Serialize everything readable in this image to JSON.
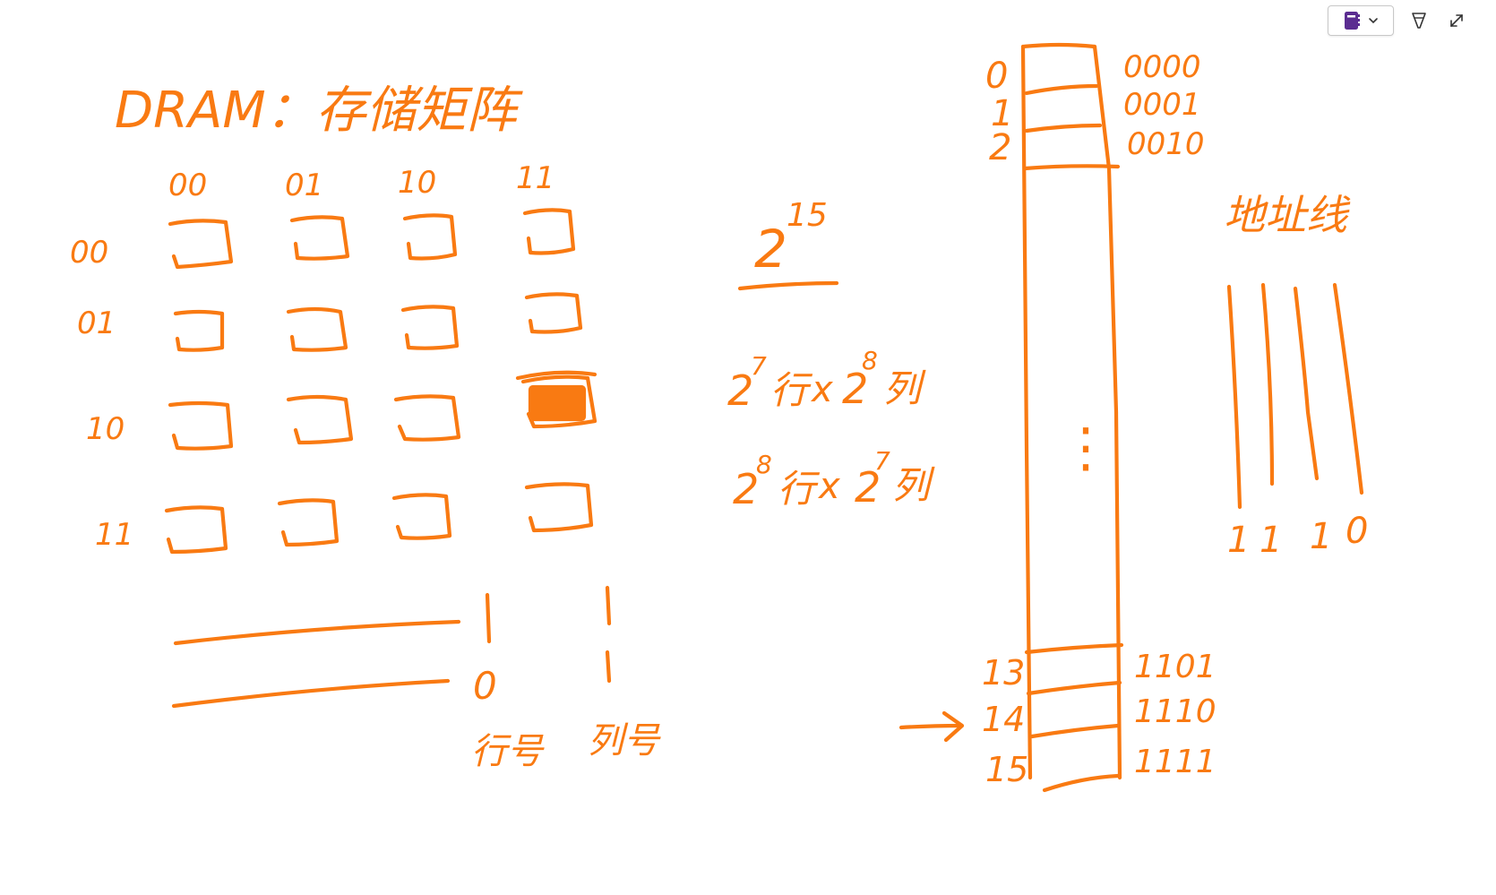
{
  "colors": {
    "ink": "#f97a12",
    "notebook_icon": "#5b2d91"
  },
  "toolbar": {
    "notebook_icon": "notebook-icon",
    "expand_icon": "chevron-down-icon",
    "pen_icon": "pen-tip-icon",
    "fullscreen_icon": "expand-diagonal-icon"
  },
  "left": {
    "title": "DRAM：存储矩阵",
    "col_headers": [
      "00",
      "01",
      "10",
      "11"
    ],
    "row_headers": [
      "00",
      "01",
      "10",
      "11"
    ],
    "filled_cell": {
      "row": 2,
      "col": 3
    },
    "select_bits_row": [
      "1",
      "0"
    ],
    "select_bits_col": [
      "1",
      "1"
    ],
    "row_label": "行号",
    "col_label": "列号"
  },
  "middle": {
    "power_base": "2",
    "power_exp": "15",
    "option1": {
      "b1": "2",
      "e1": "7",
      "t1": "行",
      "x": "x",
      "b2": "2",
      "e2": "8",
      "t2": "列"
    },
    "option2": {
      "b1": "2",
      "e1": "8",
      "t1": "行",
      "x": "x",
      "b2": "2",
      "e2": "7",
      "t2": "列"
    }
  },
  "memory": {
    "top_rows": [
      {
        "index": "0",
        "binary": "0000"
      },
      {
        "index": "1",
        "binary": "0001"
      },
      {
        "index": "2",
        "binary": "0010"
      }
    ],
    "ellipsis": "⋮",
    "bottom_rows": [
      {
        "index": "13",
        "binary": "1101"
      },
      {
        "index": "14",
        "binary": "1110"
      },
      {
        "index": "15",
        "binary": "1111"
      }
    ],
    "pointer_row": "14"
  },
  "address_lines": {
    "label": "地址线",
    "bits": [
      "1",
      "1",
      "1",
      "0"
    ]
  }
}
